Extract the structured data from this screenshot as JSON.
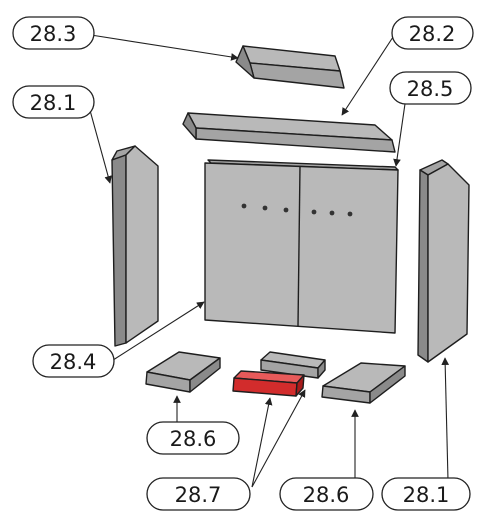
{
  "labels": {
    "top_slab": "28.3",
    "baffle": "28.2",
    "left_side": "28.1",
    "back_wall_upper": "28.5",
    "back_wall": "28.4",
    "floor_left": "28.6",
    "floor_center": "28.7",
    "floor_right": "28.6",
    "right_side": "28.1"
  },
  "colors": {
    "brick": "#b9b9b9",
    "highlighted_part": "#d22c2c",
    "outline": "#1e1e1e"
  }
}
